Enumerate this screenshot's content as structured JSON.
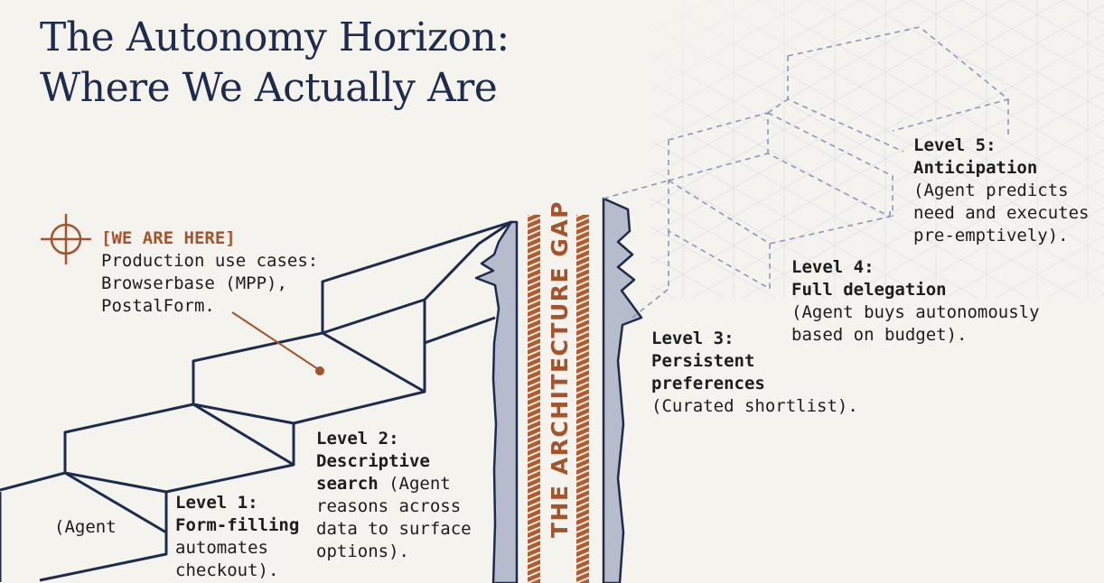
{
  "title": {
    "line1": "The Autonomy Horizon:",
    "line2": "Where We Actually Are"
  },
  "we_are_here": {
    "tag": "[WE ARE HERE]",
    "line1": "Production use cases:",
    "line2": "Browserbase (MPP),",
    "line3": "PostalForm."
  },
  "gap_label": "THE ARCHITECTURE GAP",
  "levels": [
    {
      "title": "Level 1:",
      "subtitle": "Form-filling",
      "desc": [
        "automates",
        "checkout)."
      ],
      "fragment": "(Agent"
    },
    {
      "title": "Level 2:",
      "subtitle": "Descriptive",
      "desc": [
        "search (Agent",
        "reasons across",
        "data to surface",
        "options)."
      ]
    },
    {
      "title": "Level 3:",
      "subtitle": [
        "Persistent",
        "preferences"
      ],
      "desc": [
        "(Curated shortlist)."
      ]
    },
    {
      "title": "Level 4:",
      "subtitle": "Full delegation",
      "desc": [
        "(Agent buys autonomously",
        "based on budget)."
      ]
    },
    {
      "title": "Level 5:",
      "subtitle": "Anticipation",
      "desc": [
        "(Agent predicts",
        "need and executes",
        "pre-emptively)."
      ]
    }
  ],
  "colors": {
    "background": "#f4f3ee",
    "ink": "#1f2b4e",
    "accent": "#a5532a",
    "gap_stripe": "#b55a2c",
    "cliff_fill": "#b7bccd",
    "dashed": "#8e95b8"
  }
}
